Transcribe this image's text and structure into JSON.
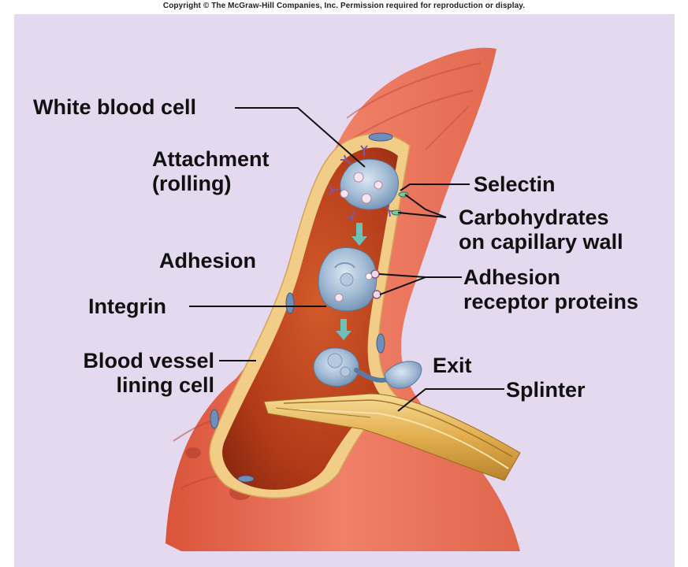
{
  "copyright": "Copyright © The McGraw-Hill Companies, Inc. Permission required for reproduction or display.",
  "labels": {
    "white_blood_cell": "White blood cell",
    "attachment": "Attachment\n(rolling)",
    "selectin": "Selectin",
    "carbohydrates": "Carbohydrates\non capillary wall",
    "adhesion": "Adhesion",
    "adhesion_receptor": "Adhesion\nreceptor proteins",
    "integrin": "Integrin",
    "blood_vessel_lining": "Blood vessel\nlining cell",
    "exit": "Exit",
    "splinter": "Splinter"
  },
  "colors": {
    "background": "#e4d9ef",
    "vessel_outer": "#e3644b",
    "vessel_inner": "#c2431f",
    "lining": "#f3cf8c",
    "leukocyte": "#a7bfd6",
    "splinter": "#e6b85c",
    "arrow": "#6fc0b8"
  }
}
